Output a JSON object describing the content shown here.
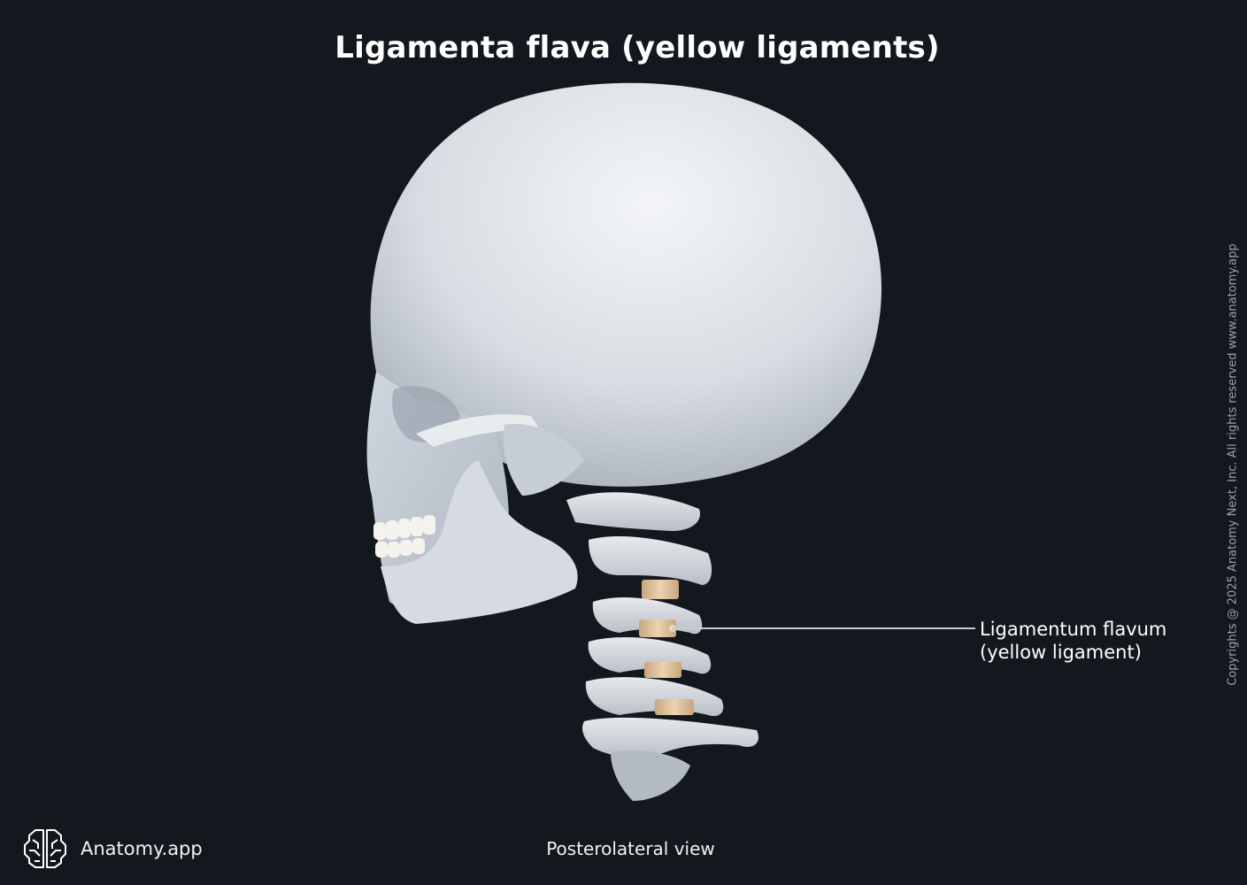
{
  "title": "Ligamenta flava (yellow ligaments)",
  "labels": [
    {
      "line1": "Ligamentum flavum",
      "line2": "(yellow ligament)"
    }
  ],
  "view_caption": "Posterolateral view",
  "brand": {
    "name": "Anatomy.app",
    "icon": "brain-icon"
  },
  "copyright": "Copyrights @ 2025 Anatomy Next, Inc. All rights reserved www.anatomy.app",
  "colors": {
    "background": "#13181e",
    "bone": "#dde1e6",
    "ligament": "#e4c9a4",
    "leader_line": "#c9cdd1"
  }
}
